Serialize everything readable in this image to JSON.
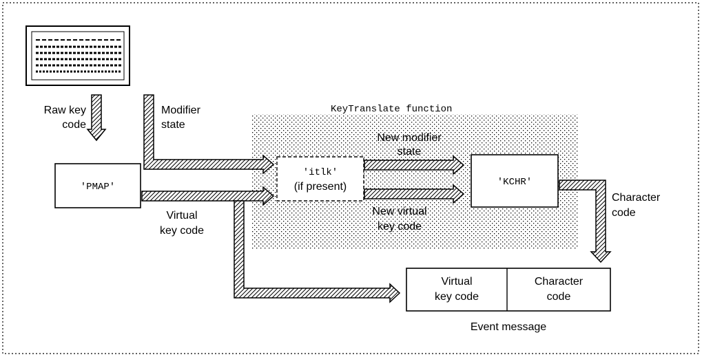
{
  "keyboard": {
    "icon": "keyboard-icon"
  },
  "labels": {
    "raw_key_line1": "Raw key",
    "raw_key_line2": "code",
    "modifier_line1": "Modifier",
    "modifier_line2": "state",
    "function_name": "KeyTranslate function",
    "new_modifier_line1": "New modifier",
    "new_modifier_line2": "state",
    "virtual_line1": "Virtual",
    "virtual_line2": "key code",
    "new_virtual_line1": "New virtual",
    "new_virtual_line2": "key code",
    "character_line1": "Character",
    "character_line2": "code",
    "event_message": "Event message"
  },
  "boxes": {
    "pmap": "'PMAP'",
    "itlk_line1": "'itlk'",
    "itlk_line2": "(if present)",
    "kchr": "'KCHR'",
    "event_virtual_line1": "Virtual",
    "event_virtual_line2": "key code",
    "event_char_line1": "Character",
    "event_char_line2": "code"
  }
}
